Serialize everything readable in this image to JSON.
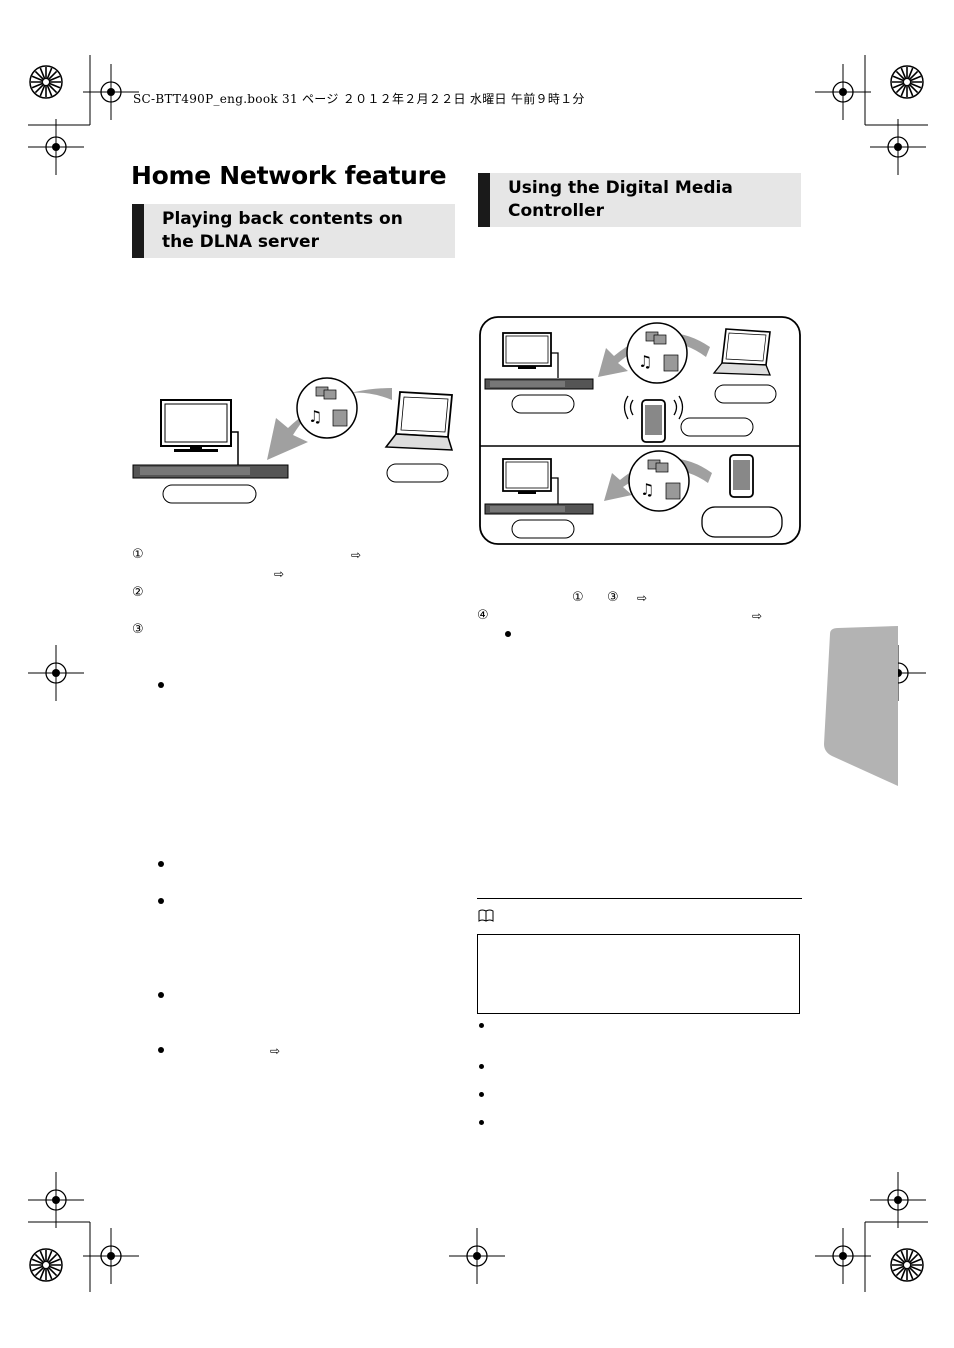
{
  "header": {
    "print_line": "SC-BTT490P_eng.book  31 ページ  ２０１２年２月２２日  水曜日  午前９時１分"
  },
  "page": {
    "title": "Home Network feature"
  },
  "sections": {
    "dlna": {
      "heading": "Playing back contents on\nthe DLNA server",
      "steps": [
        "①",
        "②",
        "③"
      ]
    },
    "dmc": {
      "heading": "Using the Digital Media\nController",
      "step_refs": [
        "①",
        "③"
      ],
      "step4": "④"
    }
  },
  "glyphs": {
    "arrow": "⇨",
    "book_icon": "book-icon"
  },
  "colors": {
    "heading_bar": "#1a1a1a",
    "heading_bg": "#e6e6e6",
    "tab_gray": "#b3b3b3",
    "illustration_gray": "#9a9a9a"
  }
}
